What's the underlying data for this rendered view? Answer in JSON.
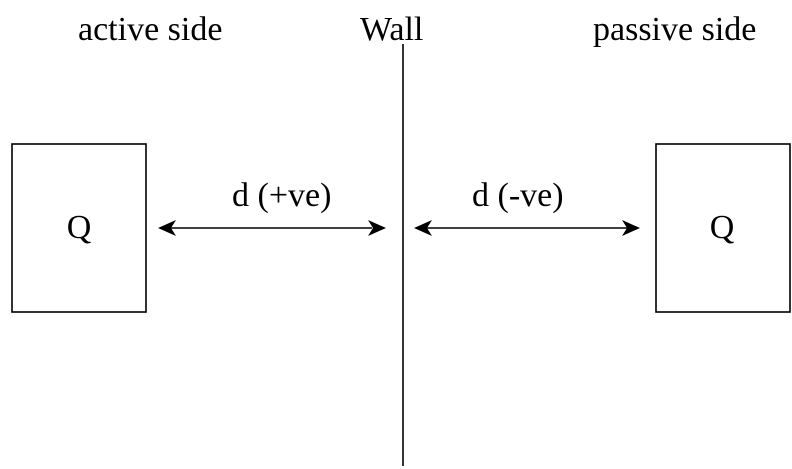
{
  "labels": {
    "active_side": "active side",
    "wall": "Wall",
    "passive_side": "passive side",
    "distance_positive": "d (+ve)",
    "distance_negative": "d (-ve)"
  },
  "boxes": {
    "left": "Q",
    "right": "Q"
  },
  "colors": {
    "line": "#000000",
    "background": "#ffffff"
  }
}
